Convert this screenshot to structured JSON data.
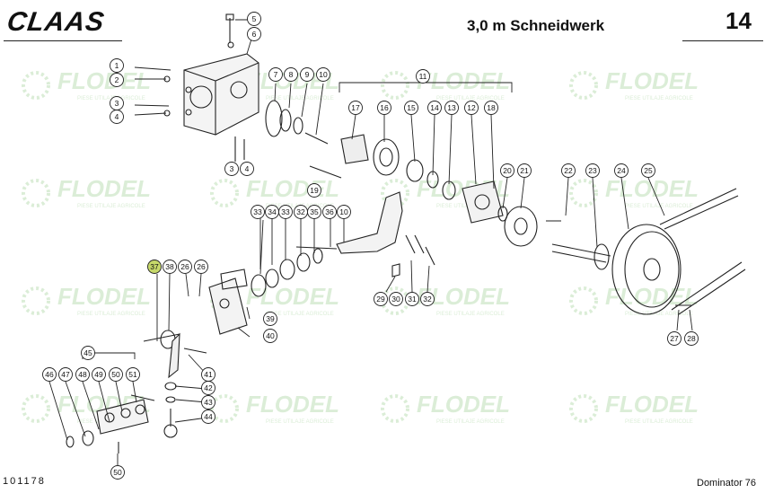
{
  "header": {
    "brand": "CLAAS",
    "title": "3,0 m Schneidwerk",
    "page_number": "14"
  },
  "footer": {
    "document_number": "101178",
    "model": "Dominator 76"
  },
  "watermark": {
    "brand": "FLODEL",
    "tagline": "PIESE UTILAJE AGRICOLE"
  },
  "callouts": [
    "1",
    "2",
    "3",
    "4",
    "3",
    "4",
    "5",
    "6",
    "7",
    "8",
    "9",
    "10",
    "11",
    "12",
    "13",
    "14",
    "15",
    "16",
    "17",
    "18",
    "19",
    "20",
    "21",
    "22",
    "23",
    "24",
    "25",
    "26",
    "27",
    "28",
    "29",
    "30",
    "31",
    "32",
    "33",
    "34",
    "33",
    "32",
    "35",
    "36",
    "10",
    "37",
    "38",
    "26",
    "39",
    "40",
    "41",
    "42",
    "43",
    "44",
    "45",
    "46",
    "47",
    "48",
    "49",
    "50",
    "51",
    "50"
  ],
  "highlighted_callouts": [
    "37"
  ],
  "colors": {
    "line": "#222222",
    "highlight_fill": "#c6d86a",
    "callout_fill": "#ffffff",
    "watermark": "#bfe0b8"
  }
}
